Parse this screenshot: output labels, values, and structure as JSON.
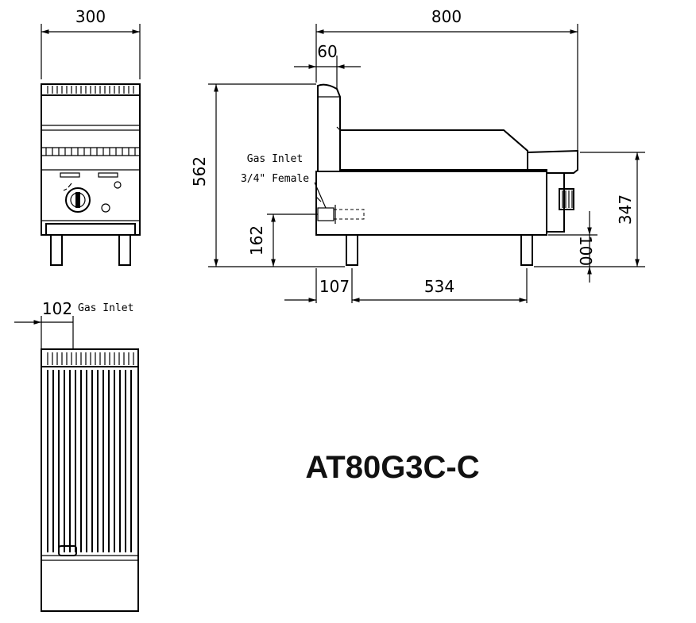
{
  "model": "AT80G3C-C",
  "dimensions": {
    "width": "300",
    "depth": "800",
    "back_lip": "60",
    "height_total": "562",
    "inlet_height": "162",
    "body_height": "347",
    "leg_height": "100",
    "inlet_offset_front": "107",
    "leg_spacing": "534",
    "inlet_offset_side": "102"
  },
  "notes": {
    "gas_inlet_title": "Gas Inlet",
    "gas_inlet_spec": "3/4\" Female",
    "gas_inlet_top": "Gas Inlet"
  }
}
